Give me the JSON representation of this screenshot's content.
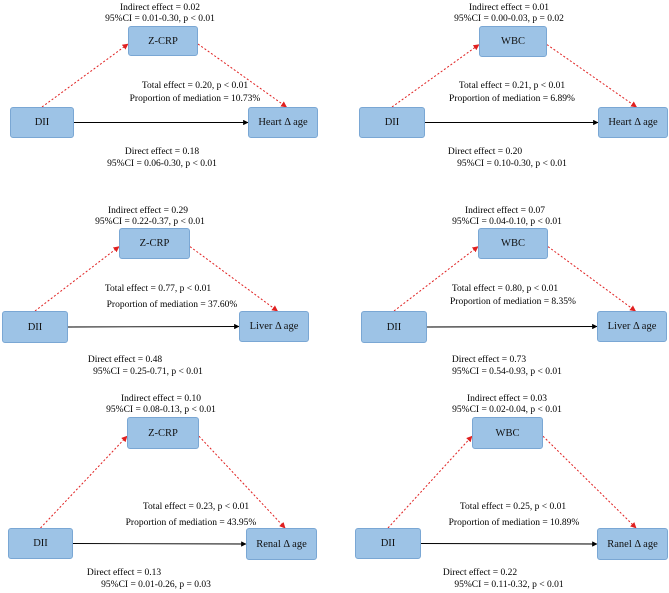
{
  "panels": [
    {
      "source": "DII",
      "mediator": "Z-CRP",
      "outcome": "Heart Δ age",
      "indirect_effect": "Indirect effect = 0.02",
      "indirect_ci": "95%CI = 0.01-0.30, p < 0.01",
      "total_effect": "Total effect = 0.20, p < 0.01",
      "proportion": "Proportion of mediation = 10.73%",
      "direct_effect": "Direct effect = 0.18",
      "direct_ci": "95%CI = 0.06-0.30, p < 0.01"
    },
    {
      "source": "DII",
      "mediator": "WBC",
      "outcome": "Heart Δ age",
      "indirect_effect": "Indirect effect = 0.01",
      "indirect_ci": "95%CI = 0.00-0.03, p = 0.02",
      "total_effect": "Total effect = 0.21, p < 0.01",
      "proportion": "Proportion of mediation = 6.89%",
      "direct_effect": "Direct effect = 0.20",
      "direct_ci": "95%CI = 0.10-0.30, p < 0.01"
    },
    {
      "source": "DII",
      "mediator": "Z-CRP",
      "outcome": "Liver Δ age",
      "indirect_effect": "Indirect effect = 0.29",
      "indirect_ci": "95%CI = 0.22-0.37, p < 0.01",
      "total_effect": "Total effect = 0.77, p < 0.01",
      "proportion": "Proportion of mediation = 37.60%",
      "direct_effect": "Direct effect = 0.48",
      "direct_ci": "95%CI = 0.25-0.71, p < 0.01"
    },
    {
      "source": "DII",
      "mediator": "WBC",
      "outcome": "Liver Δ age",
      "indirect_effect": "Indirect effect = 0.07",
      "indirect_ci": "95%CI = 0.04-0.10, p < 0.01",
      "total_effect": "Total effect = 0.80, p < 0.01",
      "proportion": "Proportion of mediation = 8.35%",
      "direct_effect": "Direct effect = 0.73",
      "direct_ci": "95%CI = 0.54-0.93, p < 0.01"
    },
    {
      "source": "DII",
      "mediator": "Z-CRP",
      "outcome": "Renal Δ age",
      "indirect_effect": "Indirect effect = 0.10",
      "indirect_ci": "95%CI = 0.08-0.13, p < 0.01",
      "total_effect": "Total effect = 0.23, p < 0.01",
      "proportion": "Proportion of mediation = 43.95%",
      "direct_effect": "Direct effect = 0.13",
      "direct_ci": "95%CI = 0.01-0.26, p = 0.03"
    },
    {
      "source": "DII",
      "mediator": "WBC",
      "outcome": "Ranel Δ age",
      "indirect_effect": "Indirect effect = 0.03",
      "indirect_ci": "95%CI = 0.02-0.04, p < 0.01",
      "total_effect": "Total effect = 0.25, p < 0.01",
      "proportion": "Proportion of mediation = 10.89%",
      "direct_effect": "Direct effect = 0.22",
      "direct_ci": "95%CI = 0.11-0.32, p < 0.01"
    }
  ],
  "colors": {
    "box_fill": "#9dc3e6",
    "indirect_arrow": "#e02020",
    "direct_arrow": "#000000"
  }
}
